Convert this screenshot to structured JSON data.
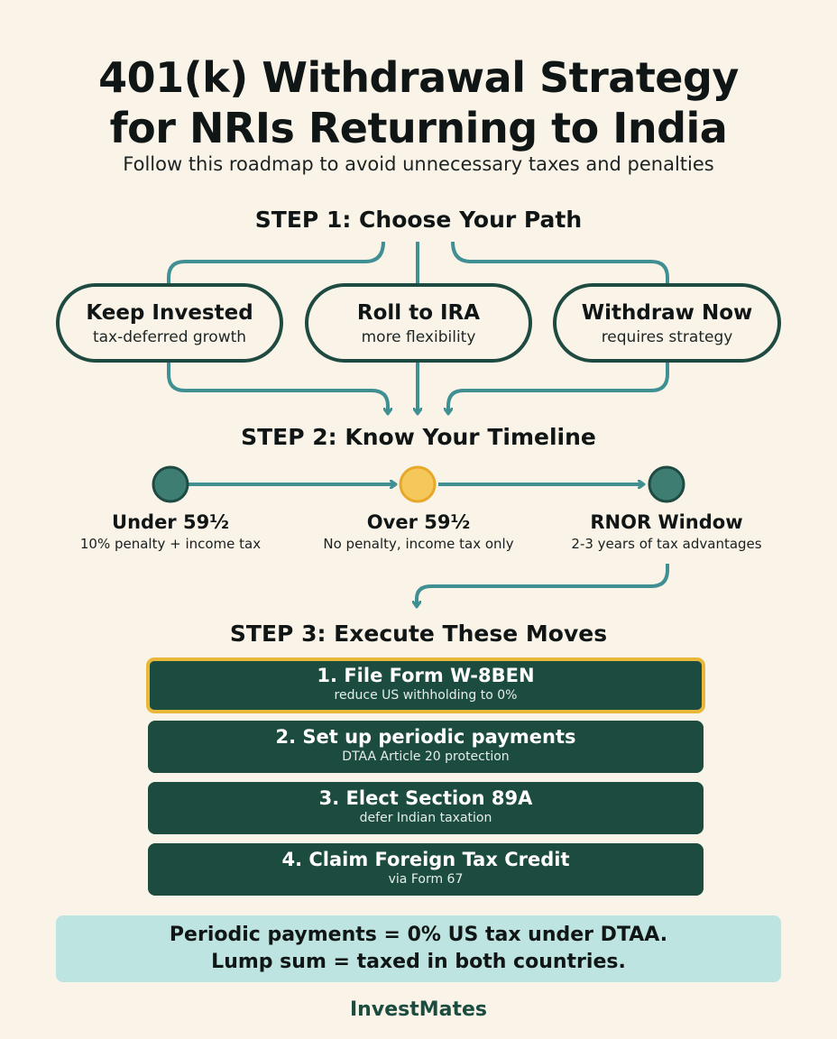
{
  "title_line1": "401(k) Withdrawal Strategy",
  "title_line2": "for NRIs Returning to India",
  "subtitle": "Follow this roadmap to avoid unnecessary taxes and penalties",
  "step1": {
    "heading": "STEP 1: Choose Your Path",
    "options": [
      {
        "title": "Keep Invested",
        "sub": "tax-deferred growth"
      },
      {
        "title": "Roll to IRA",
        "sub": "more flexibility"
      },
      {
        "title": "Withdraw Now",
        "sub": "requires strategy"
      }
    ]
  },
  "step2": {
    "heading": "STEP 2: Know Your Timeline",
    "milestones": [
      {
        "label": "Under 59½",
        "sub": "10% penalty + income tax"
      },
      {
        "label": "Over 59½",
        "sub": "No penalty, income tax only"
      },
      {
        "label": "RNOR Window",
        "sub": "2-3 years of tax advantages"
      }
    ]
  },
  "step3": {
    "heading": "STEP 3: Execute These Moves",
    "moves": [
      {
        "title": "1. File Form W-8BEN",
        "sub": "reduce US withholding to 0%"
      },
      {
        "title": "2. Set up periodic payments",
        "sub": "DTAA Article 20 protection"
      },
      {
        "title": "3. Elect Section 89A",
        "sub": "defer Indian taxation"
      },
      {
        "title": "4. Claim Foreign Tax Credit",
        "sub": "via Form 67"
      }
    ]
  },
  "callout": {
    "line1": "Periodic payments = 0% US tax under DTAA.",
    "line2": "Lump sum = taxed in both countries."
  },
  "brand": "InvestMates",
  "colors": {
    "background": "#FAF4E8",
    "dark_green": "#1C4B40",
    "teal_arrow": "#3F8F93",
    "gold": "#E7B83A",
    "callout_bg": "#BDE4E0"
  }
}
